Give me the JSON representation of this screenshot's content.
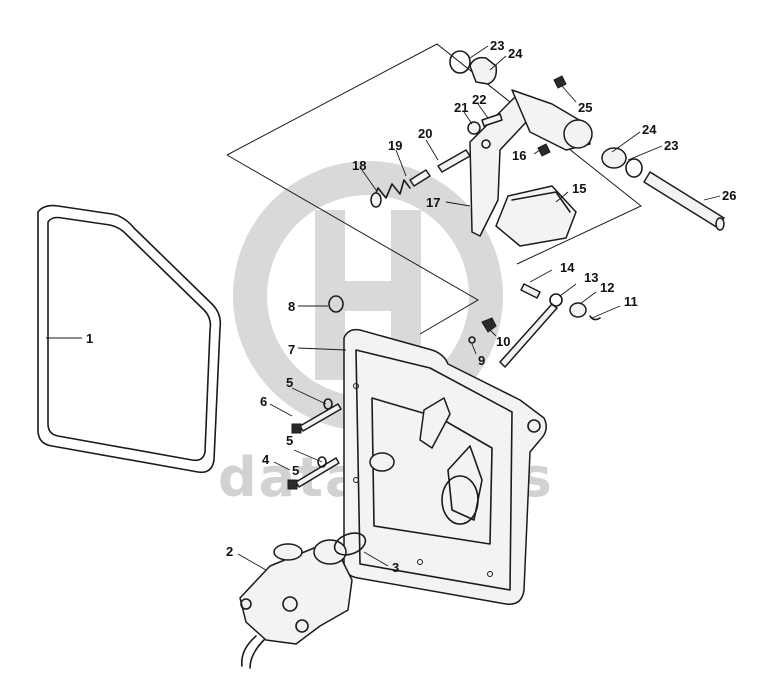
{
  "watermark": {
    "text": "data parts",
    "color": "#d2d2d2"
  },
  "callouts": [
    {
      "id": "1",
      "label": "1"
    },
    {
      "id": "2",
      "label": "2"
    },
    {
      "id": "3",
      "label": "3"
    },
    {
      "id": "4",
      "label": "4"
    },
    {
      "id": "5a",
      "label": "5"
    },
    {
      "id": "5b",
      "label": "5"
    },
    {
      "id": "5c",
      "label": "5"
    },
    {
      "id": "6",
      "label": "6"
    },
    {
      "id": "7",
      "label": "7"
    },
    {
      "id": "8",
      "label": "8"
    },
    {
      "id": "9",
      "label": "9"
    },
    {
      "id": "10",
      "label": "10"
    },
    {
      "id": "11",
      "label": "11"
    },
    {
      "id": "12",
      "label": "12"
    },
    {
      "id": "13",
      "label": "13"
    },
    {
      "id": "14",
      "label": "14"
    },
    {
      "id": "15",
      "label": "15"
    },
    {
      "id": "16",
      "label": "16"
    },
    {
      "id": "17",
      "label": "17"
    },
    {
      "id": "18",
      "label": "18"
    },
    {
      "id": "19",
      "label": "19"
    },
    {
      "id": "20",
      "label": "20"
    },
    {
      "id": "21",
      "label": "21"
    },
    {
      "id": "22",
      "label": "22"
    },
    {
      "id": "23a",
      "label": "23"
    },
    {
      "id": "23b",
      "label": "23"
    },
    {
      "id": "24a",
      "label": "24"
    },
    {
      "id": "24b",
      "label": "24"
    },
    {
      "id": "25",
      "label": "25"
    },
    {
      "id": "26",
      "label": "26"
    }
  ]
}
